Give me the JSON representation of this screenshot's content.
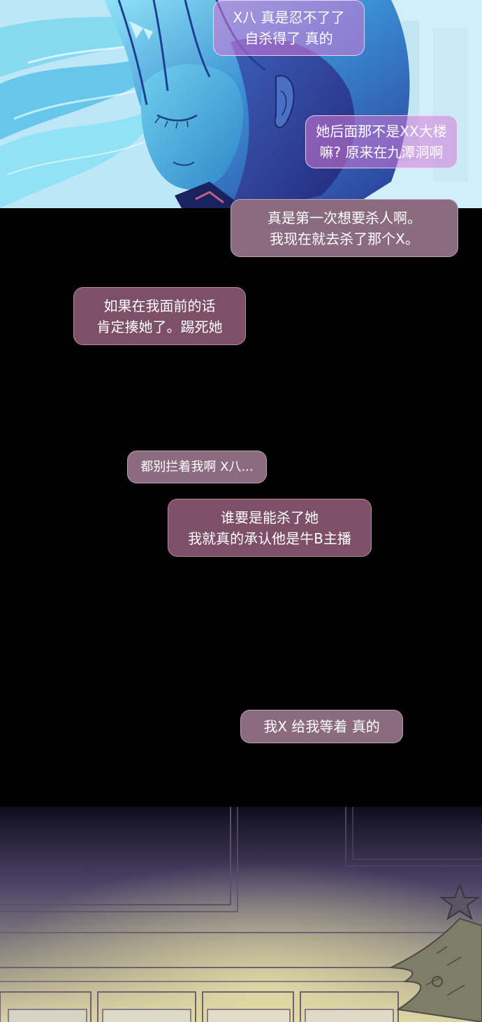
{
  "bubbles": [
    {
      "lines": [
        "X八 真是忍不了了",
        "自杀得了 真的"
      ]
    },
    {
      "lines": [
        "她后面那不是XX大楼",
        "嘛? 原来在九潭洞啊"
      ]
    },
    {
      "lines": [
        "真是第一次想要杀人啊。",
        "我现在就去杀了那个X。"
      ]
    },
    {
      "lines": [
        "如果在我面前的话",
        "肯定揍她了。踢死她"
      ]
    },
    {
      "lines": [
        "都别拦着我啊 X八..."
      ]
    },
    {
      "lines": [
        "谁要是能杀了她",
        "我就真的承认他是牛B主播"
      ]
    },
    {
      "lines": [
        "我X 给我等着 真的"
      ]
    }
  ],
  "colors": {
    "background": "#000000",
    "bubble_pink": "#d678d7",
    "bubble_mauve": "#7d4f68",
    "bubble_text": "#ffffff"
  }
}
